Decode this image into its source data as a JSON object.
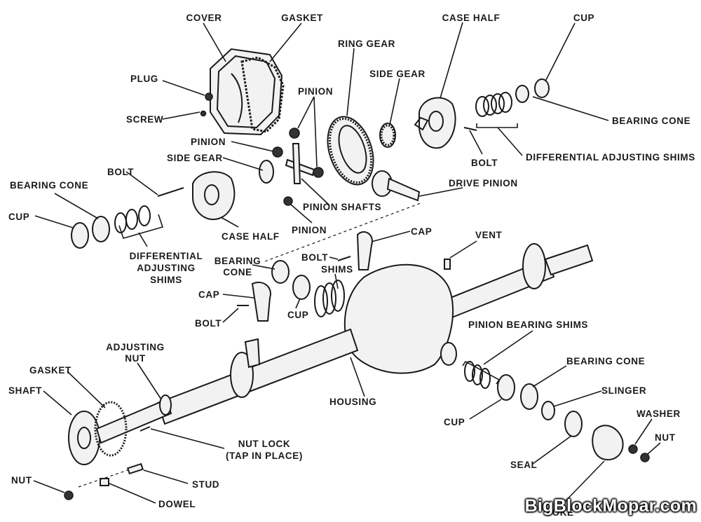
{
  "labels": {
    "cover": "COVER",
    "gasket_top": "GASKET",
    "plug": "PLUG",
    "screw": "SCREW",
    "ring_gear": "RING GEAR",
    "pinion_top": "PINION",
    "side_gear_right": "SIDE GEAR",
    "case_half_right": "CASE HALF",
    "cup_top_right": "CUP",
    "bearing_cone_right": "BEARING CONE",
    "bolt_right": "BOLT",
    "diff_adjusting_shims_right": "DIFFERENTIAL ADJUSTING SHIMS",
    "pinion_left": "PINION",
    "side_gear_left": "SIDE GEAR",
    "bolt_top_left": "BOLT",
    "drive_pinion": "DRIVE PINION",
    "bearing_cone_left": "BEARING CONE",
    "cup_left": "CUP",
    "pinion_shafts": "PINION SHAFTS",
    "case_half_left": "CASE HALF",
    "pinion_bottom": "PINION",
    "diff_adjusting_shims_left": "DIFFERENTIAL\nADJUSTING\nSHIMS",
    "cap_right": "CAP",
    "vent": "VENT",
    "bolt_mid": "BOLT",
    "bearing_cone_mid": "BEARING\nCONE",
    "shims": "SHIMS",
    "cap_left": "CAP",
    "cup_mid": "CUP",
    "bolt_lower": "BOLT",
    "pinion_bearing_shims": "PINION BEARING SHIMS",
    "adjusting_nut": "ADJUSTING\nNUT",
    "gasket_left": "GASKET",
    "shaft": "SHAFT",
    "bearing_cone_lower": "BEARING CONE",
    "slinger": "SLINGER",
    "housing": "HOUSING",
    "cup_lower": "CUP",
    "washer": "WASHER",
    "nut_right": "NUT",
    "seal": "SEAL",
    "nut_lock": "NUT LOCK\n(TAP IN PLACE)",
    "nut_left": "NUT",
    "stud": "STUD",
    "dowel": "DOWEL",
    "yoke": "YOKE"
  },
  "watermark": "BigBlockMopar.com"
}
